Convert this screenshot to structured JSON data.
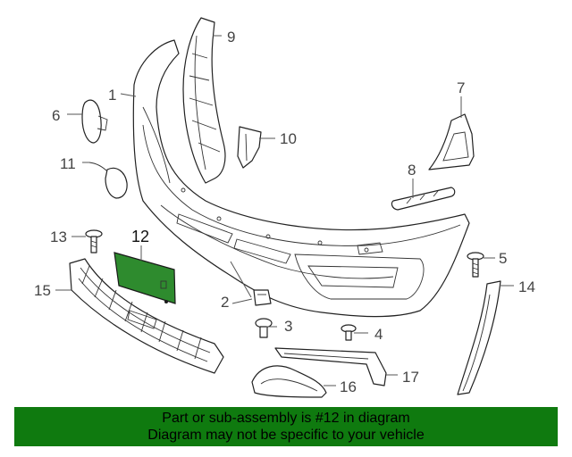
{
  "callouts": {
    "c1": "1",
    "c2": "2",
    "c3": "3",
    "c4": "4",
    "c5": "5",
    "c6": "6",
    "c7": "7",
    "c8": "8",
    "c9": "9",
    "c10": "10",
    "c11": "11",
    "c12": "12",
    "c13": "13",
    "c14": "14",
    "c15": "15",
    "c16": "16",
    "c17": "17"
  },
  "highlight": {
    "part": "12",
    "color": "#2e8b2e"
  },
  "banner": {
    "line1": "Part or sub-assembly is #12 in diagram",
    "line2": "Diagram may not be specific to your vehicle",
    "color": "#0f7a0f"
  }
}
